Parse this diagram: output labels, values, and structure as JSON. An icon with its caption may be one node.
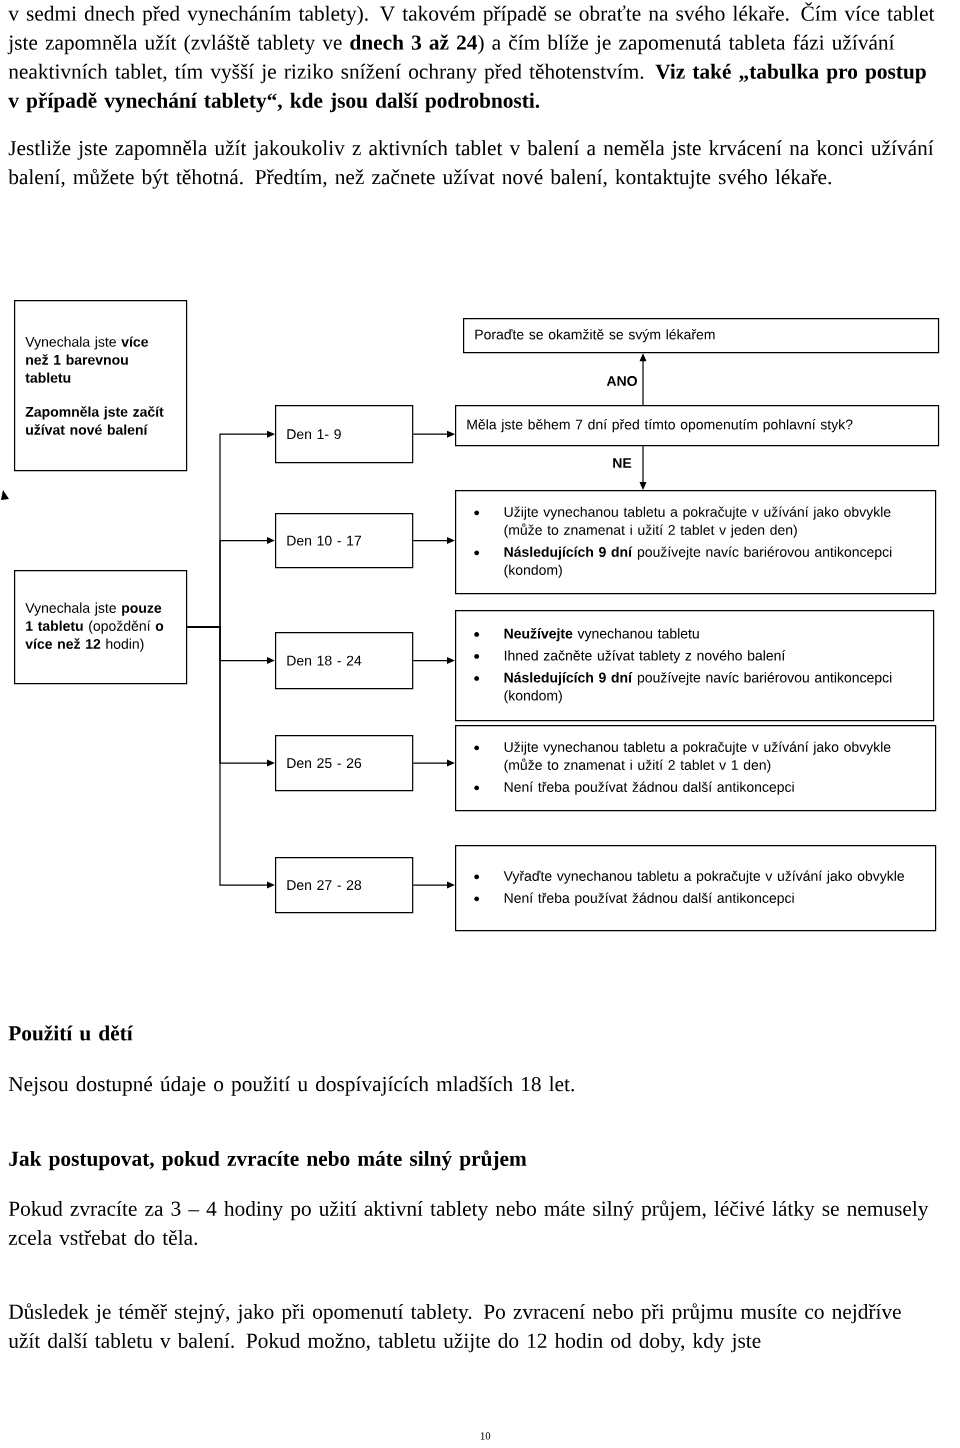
{
  "diagram": {
    "nodes": [
      {
        "text": [
          "Vynechala jste **více než 1 barevnou tabletu**",
          "Zapomněla jste začít užívat nové balení"
        ]
      },
      {
        "text": [
          "Poraďte se okamžitě se svým lékařem"
        ]
      },
      {
        "text": [
          "Den 1- 9"
        ]
      },
      {
        "text": [
          "Měla jste během 7 dní před tímto opomenutím pohlavní styk?"
        ]
      },
      {
        "text": [
          "Vynechala jste **pouze 1 tabletu** (opoždění **o více než 12** hodin)"
        ]
      },
      {
        "text": [
          "Den 10 - 17"
        ]
      },
      {
        "text": [
          "Užijte vynechanou tabletu a pokračujte v užívání jako obvykle (může to znamenat i užití 2 tablet v jeden den)",
          "**Následujících 9 dní** používejte navíc bariérovou antikoncepci (kondom)"
        ]
      },
      {
        "text": [
          "Den 18 - 24"
        ]
      },
      {
        "text": [
          "**Neužívejte** vynechanou tabletu",
          "Ihned začněte užívat tablety z nového balení",
          "**Následujících 9 dní** používejte navíc bariérovou antikoncepci (kondom)"
        ]
      },
      {
        "text": [
          "Den 25 - 26"
        ]
      },
      {
        "text": [
          "Užijte vynechanou tabletu a pokračujte v užívání  jako obvykle (může to znamenat i užití 2 tablet v 1 den)",
          "Není třeba používat žádnou další antikoncepci"
        ]
      },
      {
        "text": [
          "Den 27 - 28"
        ]
      },
      {
        "text": [
          "Vyřaďte vynechanou tabletu a pokračujte v užívání jako obvykle",
          "Není třeba používat žádnou další antikoncepci"
        ]
      }
    ],
    "edges": [
      {
        "from": 4,
        "to": 2,
        "arrow": "to"
      },
      {
        "from": 4,
        "to": 5,
        "arrow": "to"
      },
      {
        "from": 4,
        "to": 7,
        "arrow": "to"
      },
      {
        "from": 4,
        "to": 9,
        "arrow": "to"
      },
      {
        "from": 4,
        "to": 11,
        "arrow": "to"
      },
      {
        "from": 2,
        "to": 3,
        "arrow": "to"
      },
      {
        "from": 3,
        "to": 1,
        "arrow": "to",
        "label": "ANO"
      },
      {
        "from": 3,
        "to": 6,
        "arrow": "to",
        "label": "NE"
      },
      {
        "from": 5,
        "to": 6,
        "arrow": "to"
      },
      {
        "from": 7,
        "to": 8,
        "arrow": "to"
      },
      {
        "from": 9,
        "to": 10,
        "arrow": "to"
      },
      {
        "from": 11,
        "to": 12,
        "arrow": "to"
      }
    ],
    "labels": [
      "v sedmi dnech před vynecháním tablety). V takovém případě se obraťte na svého lékaře. Čím více tablet jste zapomněla užít (zvláště tablety ve **dnech 3 až 24**) a čím blíže je zapomenutá tableta fázi užívání neaktivních tablet, tím vyšší je riziko snížení ochrany před těhotenstvím. **Viz také „tabulka pro postup v případě vynechání tablety“, kde jsou další podrobnosti.**",
      "Jestliže jste zapomněla užít jakoukoliv z aktivních tablet v balení a neměla jste krvácení na konci užívání balení, můžete být těhotná. Předtím, než začnete užívat nové balení, kontaktujte svého lékaře.",
      "Použití u dětí",
      "Nejsou dostupné údaje o použití u dospívajících mladších 18 let.",
      "Jak postupovat, pokud zvracíte nebo máte silný průjem",
      "Pokud zvracíte za 3 – 4 hodiny po užití aktivní tablety nebo máte silný průjem, léčivé látky se nemusely zcela vstřebat do těla.",
      "Důsledek je téměř stejný, jako při opomenutí tablety. Po zvracení nebo při průjmu musíte co nejdříve užít další tabletu v balení. Pokud možno, tabletu užijte do 12 hodin od doby, kdy jste",
      "10"
    ]
  }
}
